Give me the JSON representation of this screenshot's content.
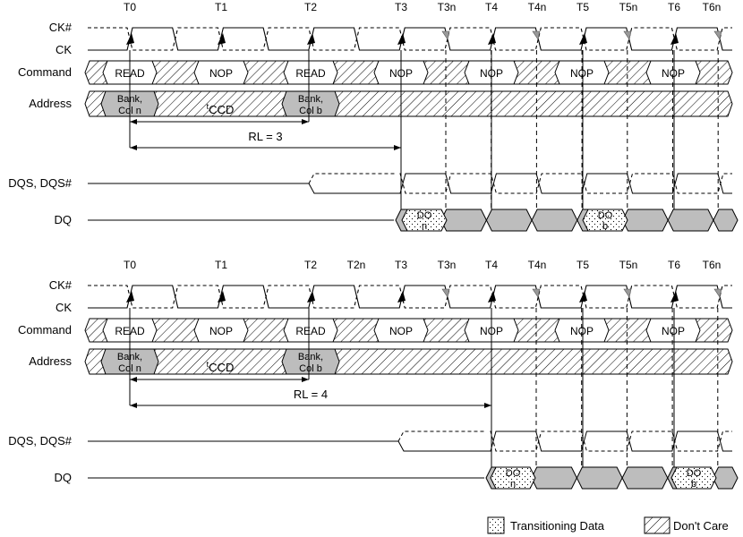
{
  "legend": {
    "transitioning": "Transitioning Data",
    "dont_care": "Don't Care"
  },
  "diagrams": [
    {
      "clock_labels": [
        "T0",
        "T1",
        "T2",
        "T3",
        "T3n",
        "T4",
        "T4n",
        "T5",
        "T5n",
        "T6",
        "T6n"
      ],
      "signals": {
        "ck_n": "CK#",
        "ck": "CK",
        "command": "Command",
        "address": "Address",
        "dqs": "DQS, DQS#",
        "dq": "DQ"
      },
      "commands": [
        "READ",
        "NOP",
        "READ",
        "NOP",
        "NOP",
        "NOP",
        "NOP"
      ],
      "addresses": [
        [
          "Bank,",
          "Col n"
        ],
        [
          "Bank,",
          "Col b"
        ]
      ],
      "tccd": {
        "main": "t",
        "sub": "CCD"
      },
      "rl": "RL = 3",
      "dq": [
        [
          "DO",
          "n"
        ],
        [
          "DO",
          "b"
        ]
      ]
    },
    {
      "clock_labels": [
        "T0",
        "T1",
        "T2",
        "T2n",
        "T3",
        "T3n",
        "T4",
        "T4n",
        "T5",
        "T5n",
        "T6",
        "T6n"
      ],
      "signals": {
        "ck_n": "CK#",
        "ck": "CK",
        "command": "Command",
        "address": "Address",
        "dqs": "DQS, DQS#",
        "dq": "DQ"
      },
      "commands": [
        "READ",
        "NOP",
        "READ",
        "NOP",
        "NOP",
        "NOP",
        "NOP"
      ],
      "addresses": [
        [
          "Bank,",
          "Col n"
        ],
        [
          "Bank,",
          "Col b"
        ]
      ],
      "tccd": {
        "main": "t",
        "sub": "CCD"
      },
      "rl": "RL = 4",
      "dq": [
        [
          "DO",
          "n"
        ],
        [
          "DO",
          "b"
        ]
      ]
    }
  ]
}
